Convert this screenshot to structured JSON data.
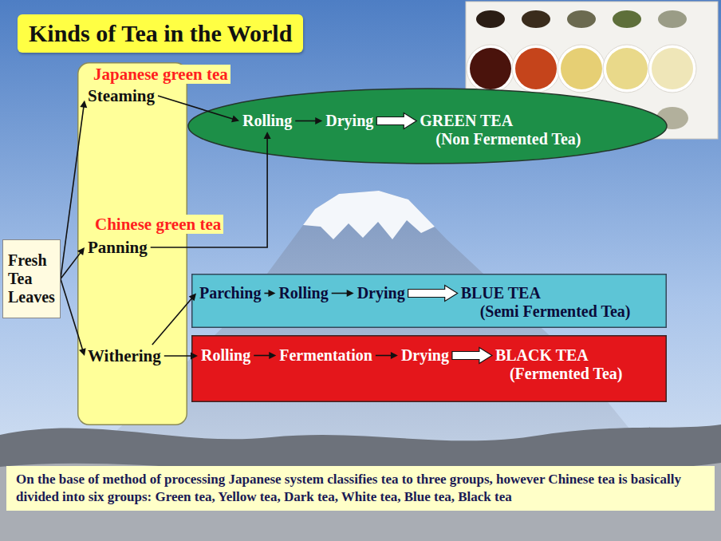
{
  "diagram": {
    "title": "Kinds of Tea in the World",
    "caption": "On the base of method of processing Japanese system classifies tea to three groups, however Chinese tea is basically divided into six groups: Green tea, Yellow tea, Dark tea, White tea, Blue tea, Black tea",
    "nodes": [
      {
        "text": [
          "Fresh Tea Leaves"
        ]
      },
      {
        "text": []
      },
      {
        "text": [
          "Steaming"
        ],
        "in": 1
      },
      {
        "text": [
          "Panning"
        ],
        "in": 1
      },
      {
        "text": [
          "Withering"
        ],
        "in": 1
      },
      {
        "text": []
      },
      {
        "text": [
          "Rolling"
        ],
        "in": 5
      },
      {
        "text": [
          "Drying"
        ],
        "in": 5
      },
      {
        "text": [
          "GREEN TEA",
          "(Non Fermented Tea)"
        ],
        "in": 5
      },
      {
        "text": []
      },
      {
        "text": [
          "Parching"
        ],
        "in": 9
      },
      {
        "text": [
          "Rolling"
        ],
        "in": 9
      },
      {
        "text": [
          "Drying"
        ],
        "in": 9
      },
      {
        "text": [
          "BLUE TEA",
          "(Semi Fermented Tea)"
        ],
        "in": 9
      },
      {
        "text": []
      },
      {
        "text": [
          "Rolling"
        ],
        "in": 14
      },
      {
        "text": [
          "Fermentation"
        ],
        "in": 14
      },
      {
        "text": [
          "Drying"
        ],
        "in": 14
      },
      {
        "text": [
          "BLACK TEA",
          "(Fermented Tea)"
        ],
        "in": 14
      }
    ],
    "edges": [
      {
        "from": 0,
        "to": 2,
        "arrow": "to"
      },
      {
        "from": 0,
        "to": 3,
        "arrow": "to"
      },
      {
        "from": 0,
        "to": 4,
        "arrow": "to"
      },
      {
        "from": 2,
        "to": 6,
        "arrow": "to"
      },
      {
        "from": 3,
        "to": 6,
        "arrow": "to"
      },
      {
        "from": 6,
        "to": 7,
        "arrow": "to"
      },
      {
        "from": 7,
        "to": 8,
        "arrow": "to"
      },
      {
        "from": 4,
        "to": 10,
        "arrow": "to"
      },
      {
        "from": 10,
        "to": 11,
        "arrow": "to"
      },
      {
        "from": 11,
        "to": 12,
        "arrow": "to"
      },
      {
        "from": 12,
        "to": 13,
        "arrow": "to"
      },
      {
        "from": 4,
        "to": 15,
        "arrow": "to"
      },
      {
        "from": 15,
        "to": 16,
        "arrow": "to"
      },
      {
        "from": 16,
        "to": 17,
        "arrow": "to"
      },
      {
        "from": 17,
        "to": 18,
        "arrow": "to"
      }
    ],
    "labels": [
      "Japanese green tea",
      "Chinese green tea"
    ]
  }
}
